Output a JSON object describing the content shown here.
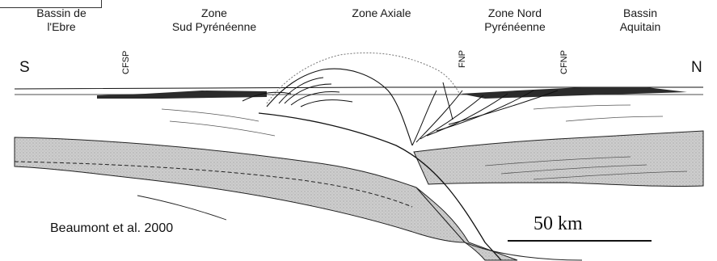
{
  "zones": [
    {
      "line1": "Bassin de",
      "line2": "l'Ebre"
    },
    {
      "line1": "Zone",
      "line2": "Sud Pyrénéenne"
    },
    {
      "line1": "Zone Axiale",
      "line2": ""
    },
    {
      "line1": "Zone Nord",
      "line2": "Pyrénéenne"
    },
    {
      "line1": "Bassin",
      "line2": "Aquitain"
    }
  ],
  "orientation": {
    "left": "S",
    "right": "N"
  },
  "faults": {
    "cfsp": "CFSP",
    "fnp": "FNP",
    "cfnp": "CFNP"
  },
  "credit": "Beaumont et al. 2000",
  "scale_bar": {
    "label": "50 km"
  },
  "colors": {
    "stipple": "#c9c9c9",
    "ink": "#111111",
    "dark_fill": "#2b2b2b"
  }
}
